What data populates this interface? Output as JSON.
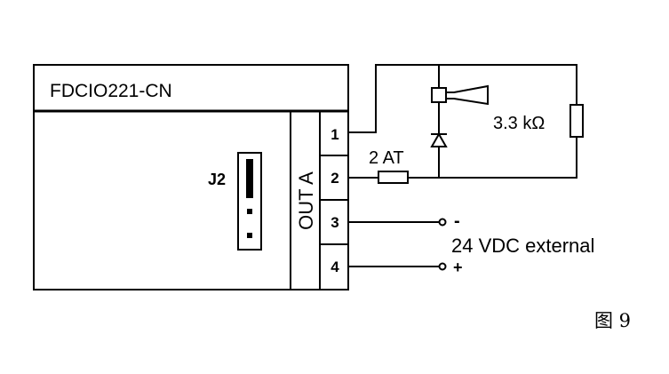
{
  "module": {
    "title": "FDCIO221-CN",
    "output_label": "OUT A"
  },
  "jumper": {
    "label": "J2"
  },
  "terminals": [
    "1",
    "2",
    "3",
    "4"
  ],
  "fuse": {
    "label": "2 AT"
  },
  "resistor": {
    "label": "3.3 kΩ"
  },
  "supply": {
    "label": "24 VDC external",
    "minus": "-",
    "plus": "+"
  },
  "figure": {
    "caption": "图 9"
  }
}
